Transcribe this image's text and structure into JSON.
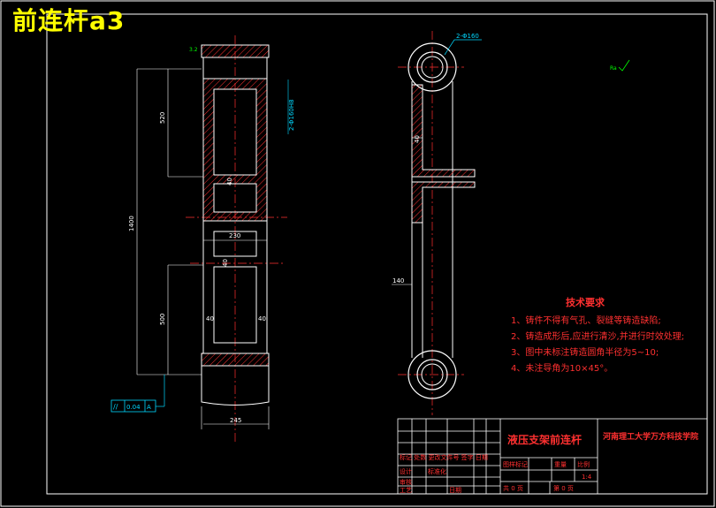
{
  "overlay_title": "前连杆a3",
  "dimensions": {
    "d_520": "520",
    "d_1400": "1400",
    "d_500": "500",
    "d_230": "230",
    "d_40_top": "40",
    "d_40_left": "40",
    "d_40_right": "40",
    "d_245": "245",
    "d_140": "140",
    "d_40_side": "40"
  },
  "annotations": {
    "hole_callout": "2-Φ160",
    "bore_tol": "2-Φ160H8",
    "roughness_top": "3.2",
    "roughness_global": "Ra"
  },
  "tolerance_frame": {
    "symbol": "//",
    "value": "0.04",
    "datum": "A"
  },
  "tech_requirements": {
    "heading": "技术要求",
    "items": [
      "1、铸件不得有气孔、裂缝等铸造缺陷;",
      "2、铸造成形后,应进行清沙,并进行时效处理;",
      "3、图中未标注铸造圆角半径为5~10;",
      "4、未注导角为10×45°。"
    ]
  },
  "title_block": {
    "part_name": "液压支架前连杆",
    "school": "河南理工大学万方科技学院",
    "scale": "1:4",
    "stage_label": "图样标记",
    "weight_label": "重量",
    "scale_label": "比例",
    "sheet_total": "共 0 页",
    "sheet_no": "第 0 页",
    "revision_header": "标记 处数 更改文件号 签字 日期",
    "designer_label": "设计",
    "standard_label": "标准化",
    "checker_label": "审核",
    "process_label": "工艺",
    "date_label": "日期"
  }
}
